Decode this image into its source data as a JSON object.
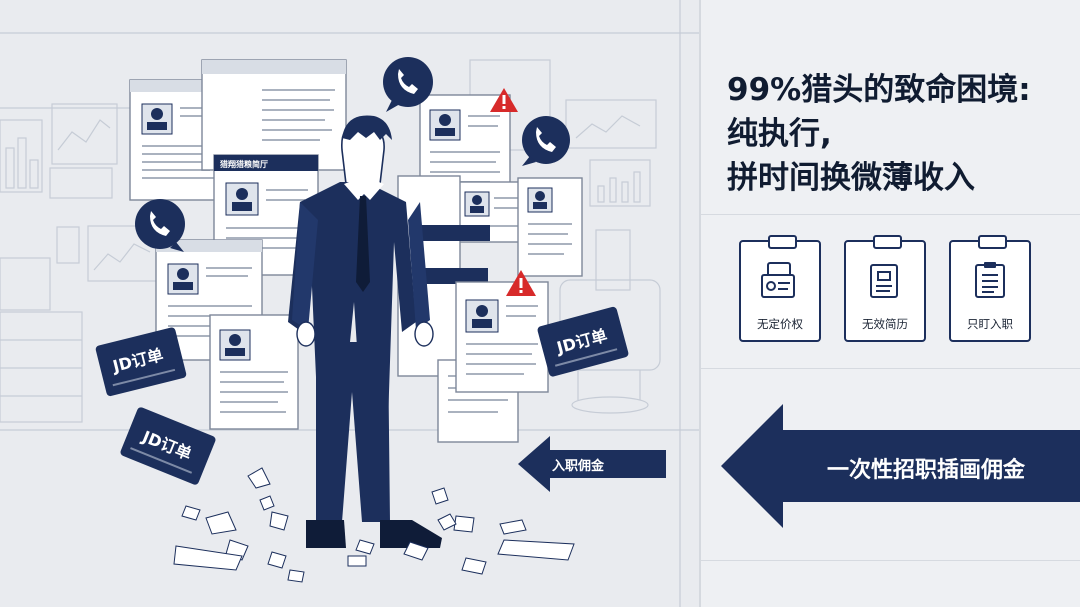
{
  "headline": {
    "line1": "99%猎头的致命困境:",
    "line2": "纯执行,",
    "line3": "拼时间换微薄收入"
  },
  "icons": [
    {
      "label": "无定价权",
      "icon": "bill-card-icon"
    },
    {
      "label": "无效简历",
      "icon": "document-list-icon"
    },
    {
      "label": "只盯入职",
      "icon": "clipboard-checklist-icon"
    }
  ],
  "arrow_right": {
    "label": "一次性招职插画佣金"
  },
  "illustration": {
    "jd_tag_1": "JD订单",
    "jd_tag_2": "JD订单",
    "jd_tag_3": "JD订单",
    "small_arrow_label": "入职佣金",
    "doc_header": "猎翔猎粮简厅"
  },
  "colors": {
    "navy": "#1c2f5c",
    "warning": "#d72a2a",
    "background": "#e9ebef"
  }
}
